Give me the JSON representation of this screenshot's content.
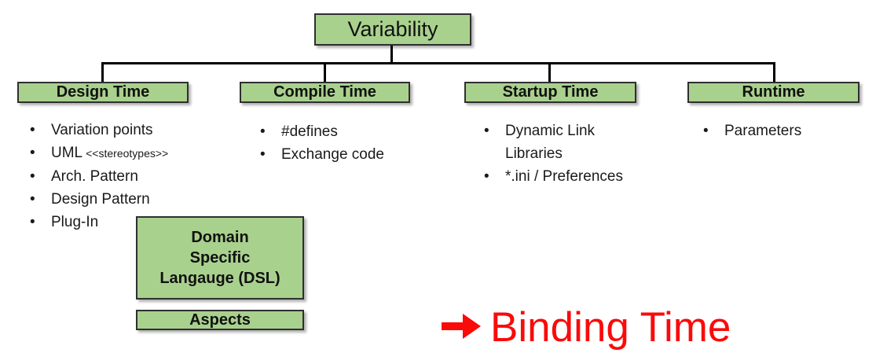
{
  "diagram": {
    "root": {
      "label": "Variability"
    },
    "branches": [
      {
        "label": "Design Time",
        "items": [
          {
            "text": "Variation points"
          },
          {
            "text": "UML",
            "small": "<<stereotypes>>"
          },
          {
            "text": "Arch. Pattern"
          },
          {
            "text": "Design Pattern"
          },
          {
            "text": "Plug-In"
          }
        ]
      },
      {
        "label": "Compile Time",
        "items": [
          {
            "text": "#defines"
          },
          {
            "text": "Exchange code"
          }
        ]
      },
      {
        "label": "Startup Time",
        "items": [
          {
            "text": "Dynamic Link Libraries"
          },
          {
            "text": "*.ini / Preferences"
          }
        ]
      },
      {
        "label": "Runtime",
        "items": [
          {
            "text": "Parameters"
          }
        ]
      }
    ],
    "detail_boxes": [
      {
        "label": "Domain\nSpecific\nLangauge (DSL)"
      },
      {
        "label": "Aspects"
      }
    ],
    "annotation": {
      "label": "Binding Time",
      "color": "#FB0A0A",
      "icon": "right-arrow-icon"
    },
    "colors": {
      "box_fill": "#A9D18E",
      "box_border": "#2F2F2F",
      "connector": "#000000",
      "text": "#1A1A1A"
    }
  }
}
